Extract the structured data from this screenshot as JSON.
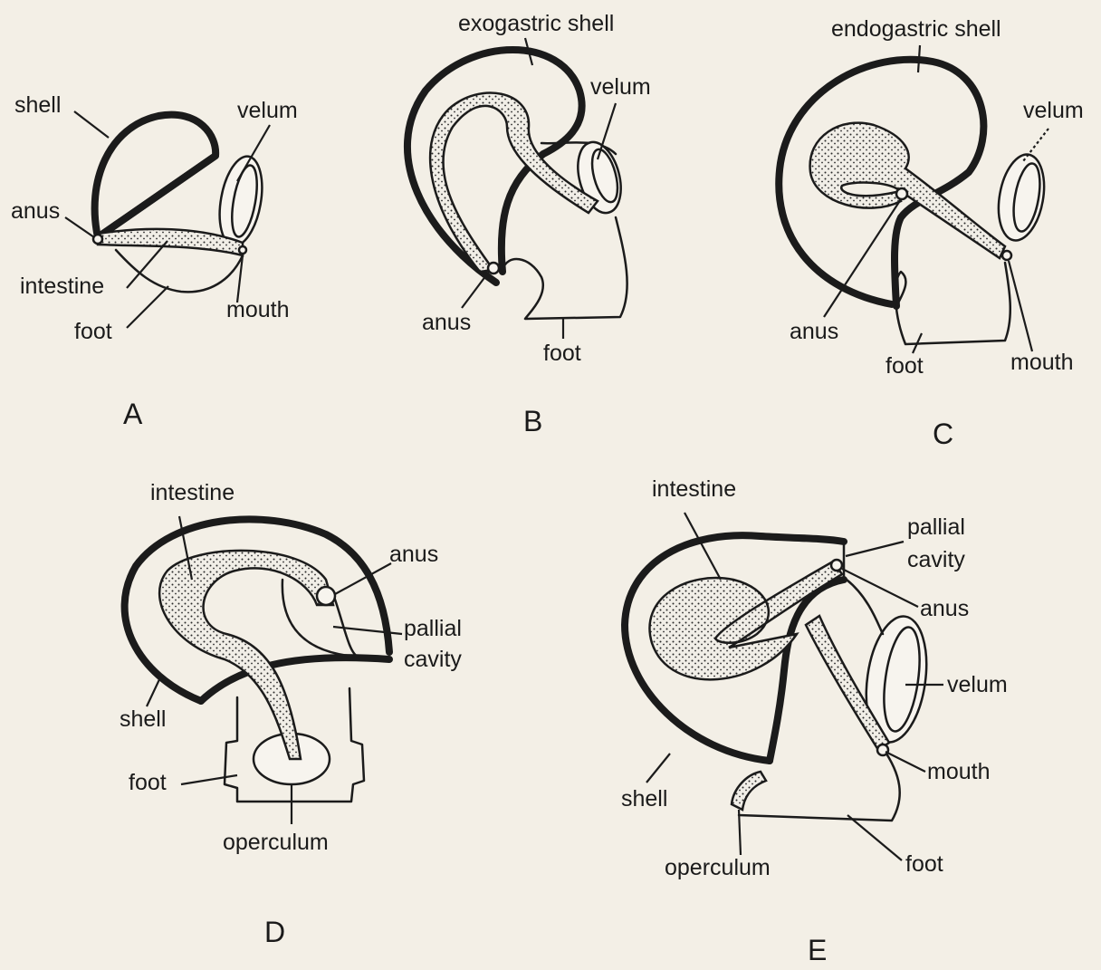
{
  "panels": {
    "A": {
      "letter": "A",
      "shell": "shell",
      "velum": "velum",
      "anus": "anus",
      "intestine": "intestine",
      "mouth": "mouth",
      "foot": "foot"
    },
    "B": {
      "letter": "B",
      "shell": "exogastric shell",
      "velum": "velum",
      "anus": "anus",
      "foot": "foot"
    },
    "C": {
      "letter": "C",
      "shell": "endogastric shell",
      "velum": "velum",
      "anus": "anus",
      "foot": "foot",
      "mouth": "mouth"
    },
    "D": {
      "letter": "D",
      "intestine": "intestine",
      "anus": "anus",
      "pallial_cavity_1": "pallial",
      "pallial_cavity_2": "cavity",
      "shell": "shell",
      "foot": "foot",
      "operculum": "operculum"
    },
    "E": {
      "letter": "E",
      "intestine": "intestine",
      "pallial_cavity_1": "pallial",
      "pallial_cavity_2": "cavity",
      "anus": "anus",
      "velum": "velum",
      "mouth": "mouth",
      "shell": "shell",
      "operculum": "operculum",
      "foot": "foot"
    }
  },
  "colors": {
    "ink": "#1b1b1b",
    "paper": "#f3efe6"
  }
}
